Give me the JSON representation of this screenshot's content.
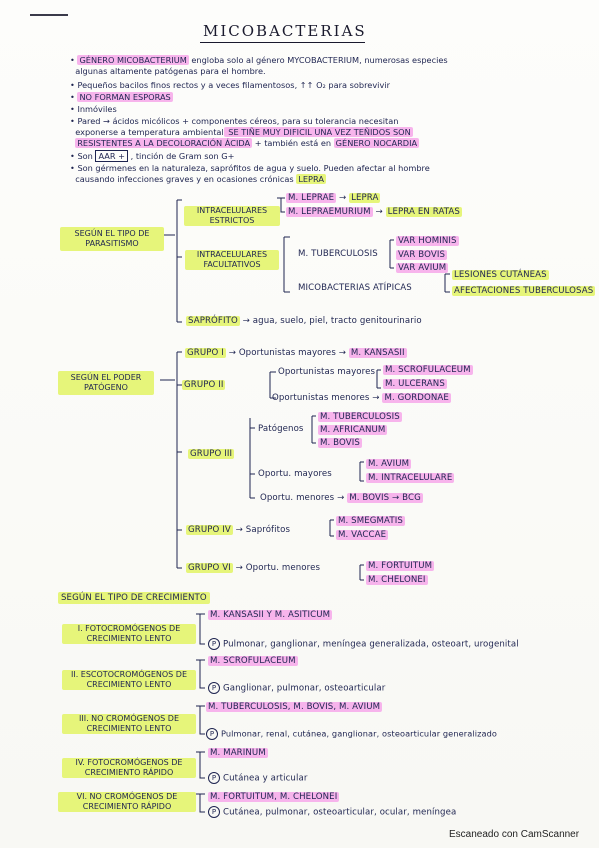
{
  "title": "MICOBACTERIAS",
  "intro": {
    "b1a": "GÉNERO MICOBACTERIUM",
    "b1b": " engloba solo al género MYCOBACTERIUM, numerosas especies",
    "b1c": "algunas altamente patógenas para el hombre.",
    "b2": "Pequeños bacilos finos rectos y a veces filamentosos",
    "b2b": "↑↑ O₂ para sobrevivir",
    "b3": "NO FORMAN ESPORAS",
    "b4": "Inmóviles",
    "b5a": "Pared → ácidos micólicos + componentes céreos, para su tolerancia necesitan",
    "b5b": "exponerse a temperatura ambiental",
    "b5c": " SE TIÑE MUY DIFICIL UNA VEZ TEÑIDOS SON",
    "b5d": "RESISTENTES A LA DECOLORACIÓN ÁCIDA",
    "b5e": " + también está en ",
    "b5f": "GÉNERO NOCARDIA",
    "b6a": "Son ",
    "b6b": "AAR +",
    "b6c": " , tinción de Gram son G+",
    "b7a": "Son gérmenes en la naturaleza, saprófitos de agua y suelo. Pueden afectar al hombre",
    "b7b": "causando infecciones graves y en ocasiones crónicas",
    "b7c": "LEPRA"
  },
  "parasitismo": {
    "label": "SEGÚN EL TIPO DE PARASITISMO",
    "intra_estrictos": "INTRACELULARES ESTRICTOS",
    "m_leprae": "M. LEPRAE",
    "lepra": "LEPRA",
    "m_lepraemurium": "M. LEPRAEMURIUM",
    "lepra_ratas": "LEPRA EN RATAS",
    "intra_facultativos": "INTRACELULARES FACULTATIVOS",
    "m_tuberculosis": "M. TUBERCULOSIS",
    "var_hominis": "VAR HOMINIS",
    "var_bovis": "VAR BOVIS",
    "var_avium": "VAR AVIUM",
    "atipicas": "MICOBACTERIAS ATÍPICAS",
    "lesiones": "LESIONES CUTÁNEAS",
    "afecciones": "AFECTACIONES TUBERCULOSAS",
    "saprofito": "SAPRÓFITO",
    "saprofito_text": "→ agua, suelo, piel, tracto genitourinario"
  },
  "patogeno": {
    "label": "SEGÚN EL PODER PATÓGENO",
    "g1": "GRUPO I",
    "g1_text": "→ Oportunistas mayores →",
    "g1_m": "M. KANSASII",
    "g2": "GRUPO II",
    "g2_may": "Oportunistas mayores",
    "g2_m1": "M. SCROFULACEUM",
    "g2_m2": "M. ULCERANS",
    "g2_men": "Oportunistas menores →",
    "g2_m3": "M. GORDONAE",
    "g3": "GRUPO III",
    "g3_pat": "Patógenos",
    "g3_p1": "M. TUBERCULOSIS",
    "g3_p2": "M. AFRICANUM",
    "g3_p3": "M. BOVIS",
    "g3_may": "Oportu. mayores",
    "g3_m1": "M. AVIUM",
    "g3_m2": "M. INTRACELULARE",
    "g3_men": "Oportu. menores →",
    "g3_m3": "M. BOVIS → BCG",
    "g4": "GRUPO IV",
    "g4_text": "Saprófitos",
    "g4_m1": "M. SMEGMATIS",
    "g4_m2": "M. VACCAE",
    "g6": "GRUPO VI",
    "g6_text": "→ Oportu. menores",
    "g6_m1": "M. FORTUITUM",
    "g6_m2": "M. CHELONEI"
  },
  "crecimiento": {
    "label": "SEGÚN EL TIPO DE CRECIMIENTO",
    "c1": "I. FOTOCROMÓGENOS DE CRECIMIENTO LENTO",
    "c1_m": "M. KANSASII Y M. ASITICUM",
    "c1_p": "Pulmonar, ganglionar, meníngea generalizada, osteoart, urogenital",
    "c2": "II. ESCOTOCROMÓGENOS DE CRECIMIENTO LENTO",
    "c2_m": "M. SCROFULACEUM",
    "c2_p": "Ganglionar, pulmonar, osteoarticular",
    "c3": "III. NO CROMÓGENOS DE CRECIMIENTO LENTO",
    "c3_m": "M. TUBERCULOSIS, M. BOVIS, M. AVIUM",
    "c3_p": "Pulmonar, renal, cutánea, ganglionar, osteoarticular generalizado",
    "c4": "IV. FOTOCROMÓGENOS DE CRECIMIENTO RÁPIDO",
    "c4_m": "M. MARINUM",
    "c4_p": "Cutánea y articular",
    "c6": "VI. NO CROMÓGENOS DE CRECIMIENTO RÁPIDO",
    "c6_m": "M. FORTUITUM, M. CHELONEI",
    "c6_p": "Cutánea, pulmonar, osteoarticular, ocular, meníngea"
  },
  "p_symbol": "P",
  "scanner": "Escaneado con CamScanner"
}
